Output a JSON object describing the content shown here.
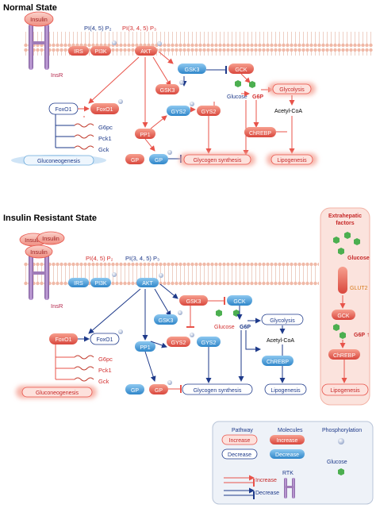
{
  "normal": {
    "title": "Normal State",
    "insulin": "Insulin",
    "insr": "InsR",
    "pip2": "PI(4, 5) P₂",
    "pip3": "PI(3, 4, 5) P₃",
    "irs": "IRS",
    "pi3k": "PI3K",
    "akt": "AKT",
    "gsk3": "GSK3",
    "gsk3p": "GSK3",
    "gck": "GCK",
    "glucose": "Glucose",
    "g6p": "G6P",
    "glycolysis": "Glycolysis",
    "acetylcoa": "Acetyl-CoA",
    "chrebp": "ChREBP",
    "lipogenesis": "Lipogenesis",
    "foxo1": "FoxO1",
    "foxo1p": "FoxO1",
    "g6pc": "G6pc",
    "pck1": "Pck1",
    "gck_gene": "Gck",
    "gluconeogenesis": "Gluconeogenesis",
    "gys2": "GYS2",
    "gys2p": "GYS2",
    "pp1": "PP1",
    "gp": "GP",
    "gpp": "GP",
    "glycogen": "Glycogen synthesis"
  },
  "resistant": {
    "title": "Insulin Resistant State",
    "insulin1": "Insulin",
    "insulin2": "Insulin",
    "insulin3": "Insulin",
    "insr": "InsR",
    "pip2": "PI(4, 5) P₂",
    "pip3": "PI(3, 4, 5) P₃",
    "irs": "IRS",
    "pi3k": "PI3K",
    "akt": "AKT",
    "gsk3": "GSK3",
    "gsk3p": "GSK3",
    "gck": "GCK",
    "glucose": "Glucose",
    "g6p": "G6P",
    "glycolysis": "Glycolysis",
    "acetylcoa": "Acetyl-CoA",
    "chrebp": "ChREBP",
    "lipogenesis": "Lipogenesis",
    "foxo1": "FoxO1",
    "foxo1p": "FoxO1",
    "g6pc": "G6pc",
    "pck1": "Pck1",
    "gck_gene": "Gck",
    "gluconeogenesis": "Gluconeogenesis",
    "gys2": "GYS2",
    "gys2p": "GYS2",
    "pp1": "PP1",
    "gp": "GP",
    "gpp": "GP",
    "glycogen": "Glycogen synthesis",
    "extrahepatic": [
      "Extrahepatic",
      "factors"
    ],
    "ex_glucose": "Glucose",
    "glut2": "GLUT2",
    "ex_gck": "GCK",
    "ex_g6p": "G6P",
    "ex_chrebp": "ChREBP",
    "ex_lipogenesis": "Lipogenesis"
  },
  "legend": {
    "pathway": "Pathway",
    "molecules": "Molecules",
    "phosphorylation": "Phosphorylation",
    "increase": "Increase",
    "decrease": "Decrease",
    "mol_increase": "Increase",
    "mol_decrease": "Decrease",
    "glucose": "Glucose",
    "rtk": "RTK",
    "arrow_increase": "Increase",
    "arrow_decrease": "Decrease"
  },
  "colors": {
    "red": "#e8534a",
    "blue": "#3a8fd1",
    "navy": "#1e3a8a",
    "membrane": "#f2c6b6",
    "purple": "#a07cb8",
    "glucose": "#4caf50"
  }
}
